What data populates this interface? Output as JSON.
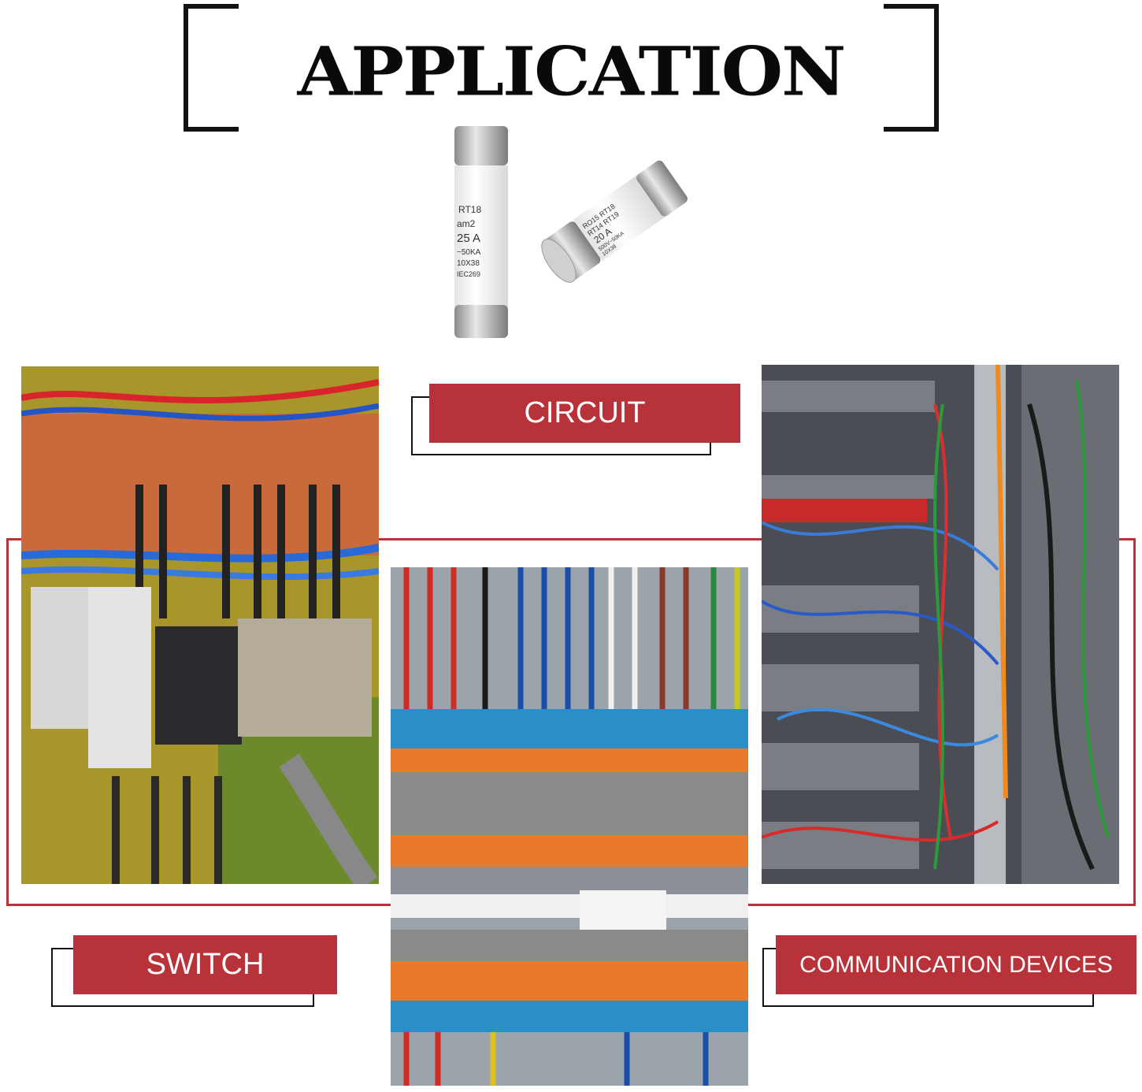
{
  "title": "APPLICATION",
  "fuses": {
    "fuse1": [
      "RT18",
      "am2",
      "25 A",
      "~50KA",
      "10X38",
      "IEC269"
    ],
    "fuse2": [
      "RO15 RT18",
      "RT14 RT19",
      "20 A",
      "500V~50KA",
      "10X38"
    ]
  },
  "labels": {
    "circuit": "CIRCUIT",
    "switch": "SWITCH",
    "communication": "COMMUNICATION DEVICES"
  },
  "colors": {
    "accent": "#b8323a",
    "text": "#0a0a0a"
  }
}
